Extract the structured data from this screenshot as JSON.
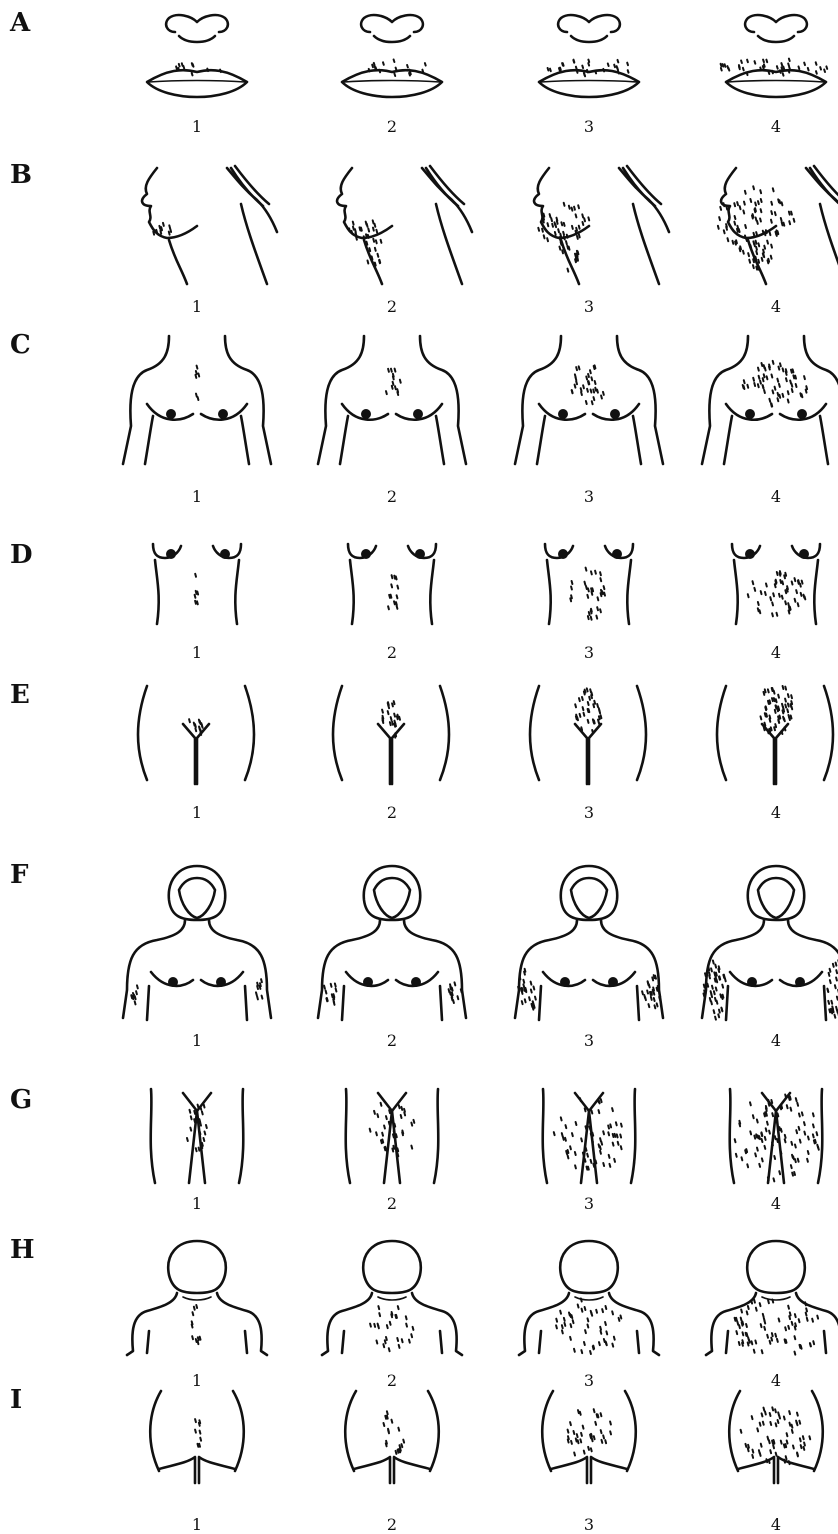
{
  "rows": [
    {
      "letter": "A",
      "region": "upper-lip",
      "grades": [
        "1",
        "2",
        "3",
        "4"
      ]
    },
    {
      "letter": "B",
      "region": "chin",
      "grades": [
        "1",
        "2",
        "3",
        "4"
      ]
    },
    {
      "letter": "C",
      "region": "chest",
      "grades": [
        "1",
        "2",
        "3",
        "4"
      ]
    },
    {
      "letter": "D",
      "region": "upper-abdomen",
      "grades": [
        "1",
        "2",
        "3",
        "4"
      ]
    },
    {
      "letter": "E",
      "region": "lower-abdomen",
      "grades": [
        "1",
        "2",
        "3",
        "4"
      ]
    },
    {
      "letter": "F",
      "region": "upper-arm",
      "grades": [
        "1",
        "2",
        "3",
        "4"
      ]
    },
    {
      "letter": "G",
      "region": "thigh",
      "grades": [
        "1",
        "2",
        "3",
        "4"
      ]
    },
    {
      "letter": "H",
      "region": "upper-back",
      "grades": [
        "1",
        "2",
        "3",
        "4"
      ]
    },
    {
      "letter": "I",
      "region": "lower-back",
      "grades": [
        "1",
        "2",
        "3",
        "4"
      ]
    }
  ]
}
